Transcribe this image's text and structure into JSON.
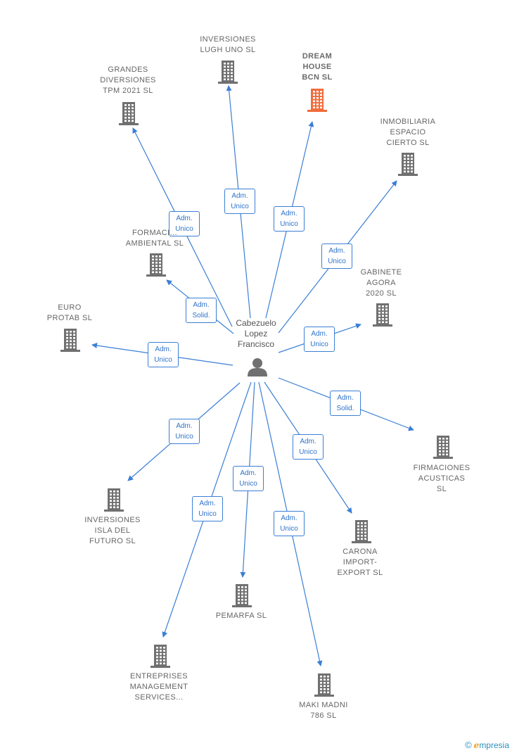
{
  "center": {
    "name": "Cabezuelo\nLopez\nFrancisco",
    "icon": "person-icon"
  },
  "colors": {
    "edge": "#3b7fd6",
    "building": "#707070",
    "highlight": "#f26b3a"
  },
  "nodes": [
    {
      "id": "inversiones-lugh-uno",
      "label": "INVERSIONES\nLUGH UNO  SL",
      "relation": "Adm.\nUnico"
    },
    {
      "id": "dream-house-bcn",
      "label": "DREAM\nHOUSE\nBCN  SL",
      "relation": "Adm.\nUnico",
      "highlight": true
    },
    {
      "id": "grandes-diversiones",
      "label": "GRANDES\nDIVERSIONES\nTPM 2021  SL",
      "relation": "Adm.\nUnico"
    },
    {
      "id": "inmobiliaria-espacio-cierto",
      "label": "INMOBILIARIA\nESPACIO\nCIERTO  SL",
      "relation": "Adm.\nUnico"
    },
    {
      "id": "formacion-ambiental",
      "label": "FORMACI...\nAMBIENTAL  SL",
      "relation": "Adm.\nSolid."
    },
    {
      "id": "gabinete-agora",
      "label": "GABINETE\nAGORA\n2020  SL",
      "relation": "Adm.\nUnico"
    },
    {
      "id": "euro-protab",
      "label": "EURO\nPROTAB SL",
      "relation": "Adm.\nUnico"
    },
    {
      "id": "firmaciones-acusticas",
      "label": "FIRMACIONES\nACUSTICAS\nSL",
      "relation": "Adm.\nSolid."
    },
    {
      "id": "inversiones-isla",
      "label": "INVERSIONES\nISLA DEL\nFUTURO SL",
      "relation": "Adm.\nUnico"
    },
    {
      "id": "carona-import-export",
      "label": "CARONA\nIMPORT-\nEXPORT SL",
      "relation": "Adm.\nUnico"
    },
    {
      "id": "pemarfa",
      "label": "PEMARFA SL",
      "relation": "Adm.\nUnico"
    },
    {
      "id": "entreprises-management",
      "label": "ENTREPRISES\nMANAGEMENT\nSERVICES...",
      "relation": "Adm.\nUnico"
    },
    {
      "id": "maki-madni",
      "label": "MAKI MADNI\n786 SL",
      "relation": "Adm.\nUnico"
    }
  ],
  "footer": {
    "copyright": "©",
    "brand_e": "e",
    "brand_rest": "mpresia"
  }
}
